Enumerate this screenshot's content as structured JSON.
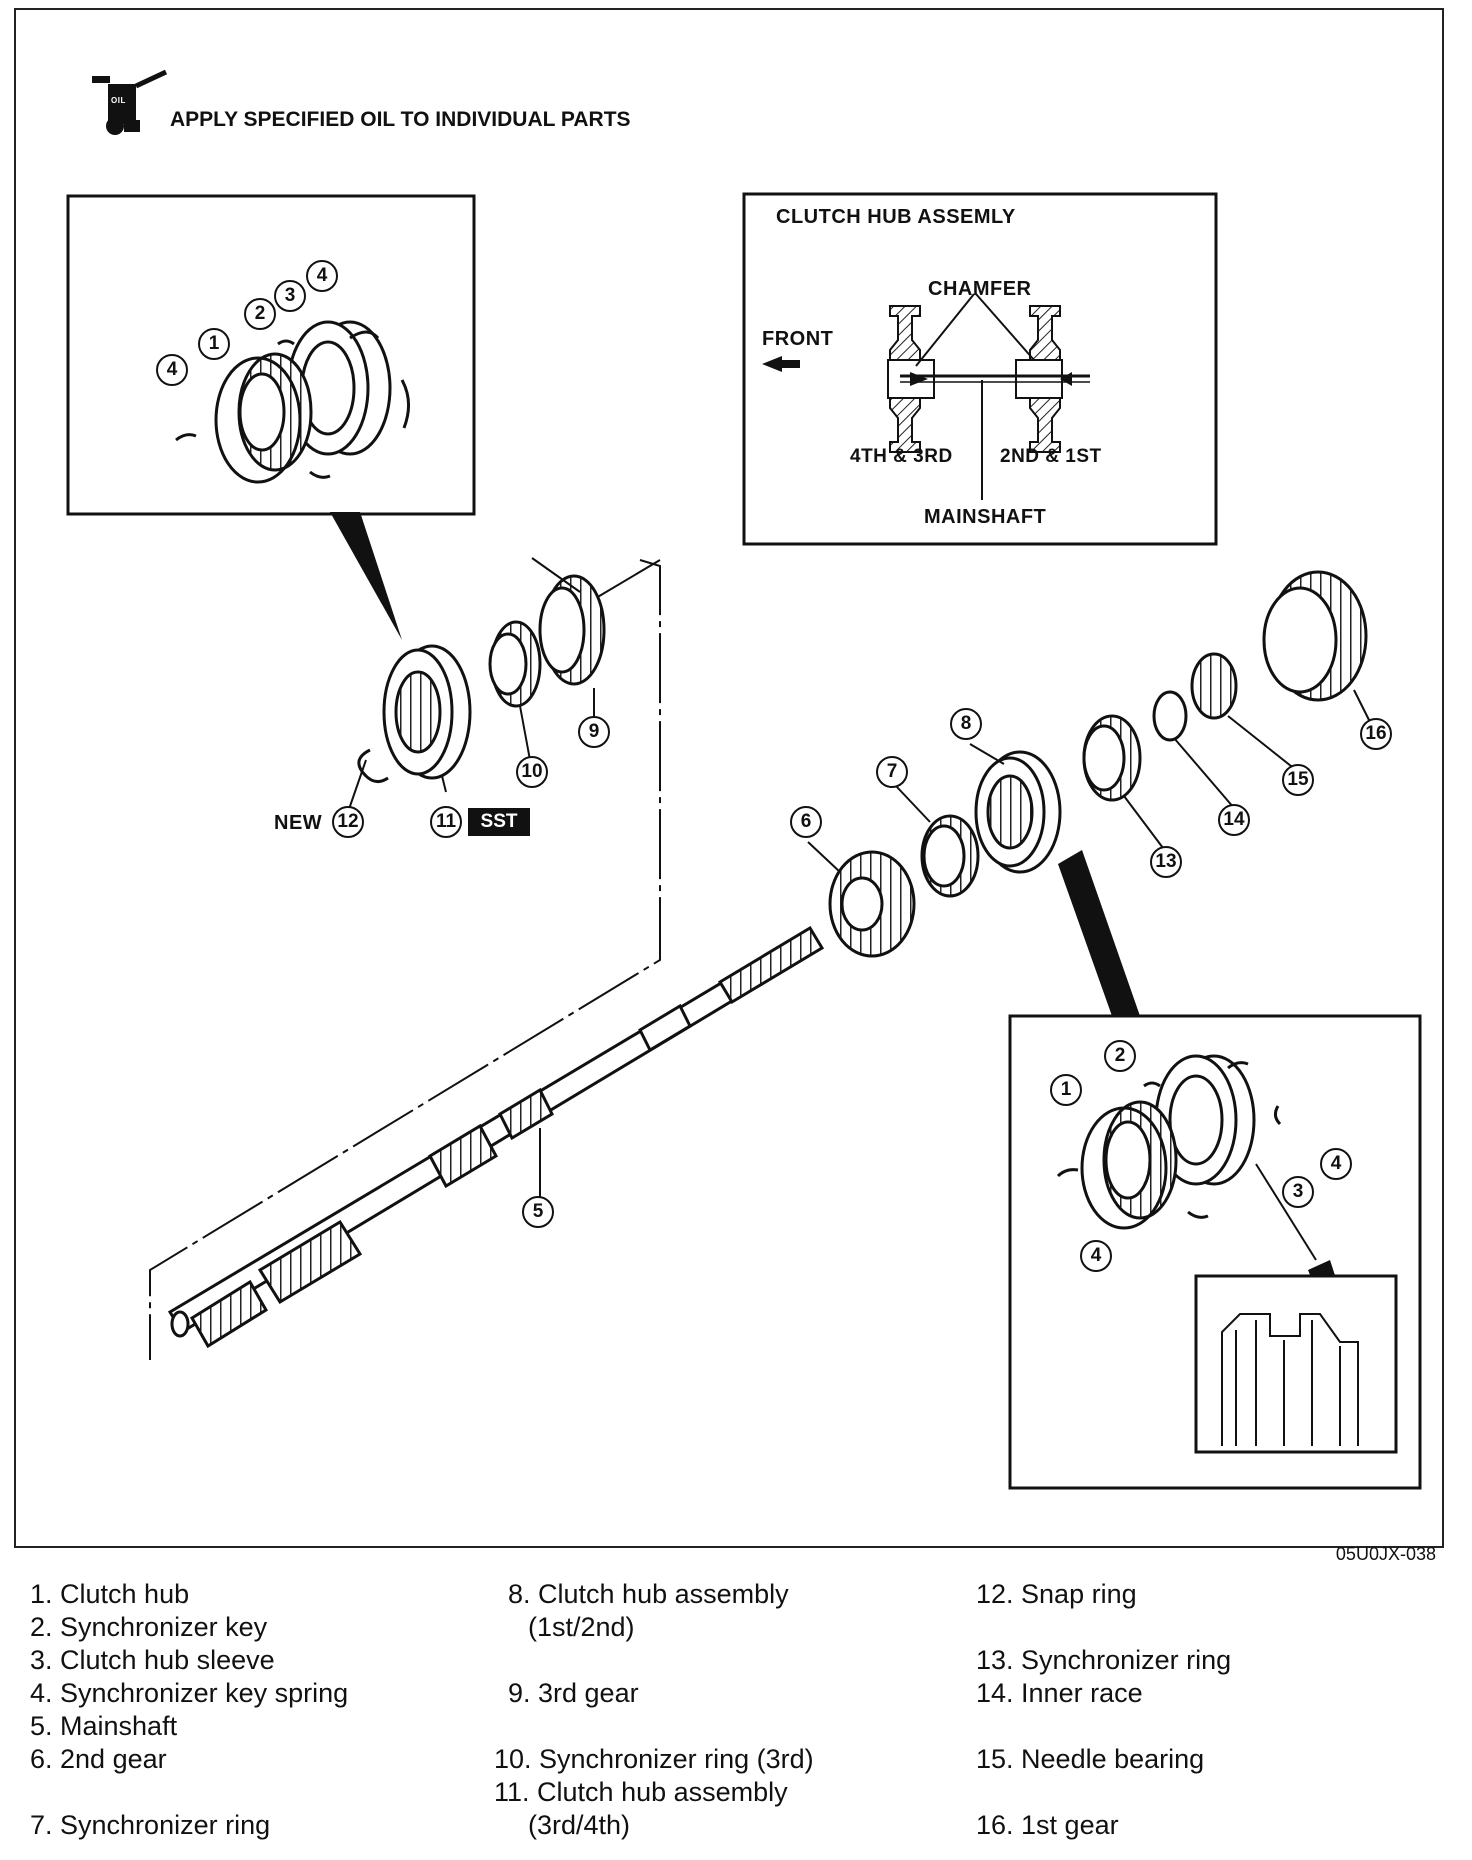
{
  "header": {
    "oil_note": "APPLY SPECIFIED OIL TO INDIVIDUAL PARTS",
    "oil_can_text": "OIL"
  },
  "inset": {
    "title": "CLUTCH HUB ASSEMLY",
    "chamfer": "CHAMFER",
    "front": "FRONT",
    "left_hub": "4TH & 3RD",
    "right_hub": "2ND & 1ST",
    "shaft": "MAINSHAFT"
  },
  "labels": {
    "new": "NEW",
    "sst": "SST",
    "figure_code": "05U0JX-038"
  },
  "callouts": {
    "top_detail": [
      "1",
      "2",
      "3",
      "4",
      "4"
    ],
    "main": [
      "5",
      "6",
      "7",
      "8",
      "9",
      "10",
      "11",
      "12",
      "13",
      "14",
      "15",
      "16"
    ],
    "bottom_detail": [
      "1",
      "2",
      "3",
      "4",
      "4"
    ]
  },
  "legend": {
    "col1": [
      "1. Clutch hub",
      "2. Synchronizer key",
      "3. Clutch hub sleeve",
      "4. Synchronizer key spring",
      "5. Mainshaft",
      "6. 2nd gear",
      "7. Synchronizer ring"
    ],
    "col2": [
      "8. Clutch hub assembly",
      "(1st/2nd)",
      "9. 3rd gear",
      "10. Synchronizer ring (3rd)",
      "11. Clutch hub assembly",
      "(3rd/4th)"
    ],
    "col3": [
      "12. Snap ring",
      "13. Synchronizer ring",
      "14. Inner race",
      "15. Needle bearing",
      "16. 1st gear"
    ]
  }
}
